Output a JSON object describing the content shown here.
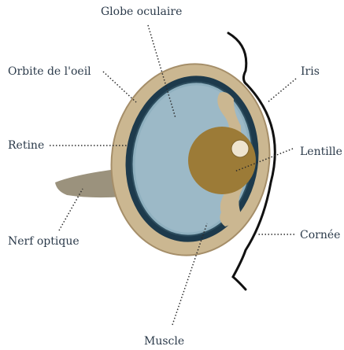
{
  "colors": {
    "orbit": "#cbb791",
    "orbit_outline": "#a58e69",
    "globe_dark": "#1d3a4c",
    "globe_fluid": "#9cb9c7",
    "lens": "#9c7b37",
    "lens_highlight": "#eee4cf",
    "iris_membrane": "#cbb791",
    "nerve": "#9b927d",
    "cornea_line": "#111111",
    "leader_line": "#2b2b2b",
    "label_text": "#2b3a4a"
  },
  "labels": {
    "globe": "Globe oculaire",
    "orbite": "Orbite de l'oeil",
    "retine": "Retine",
    "nerf": "Nerf optique",
    "muscle": "Muscle",
    "iris": "Iris",
    "lentille": "Lentille",
    "cornee": "Cornée"
  }
}
